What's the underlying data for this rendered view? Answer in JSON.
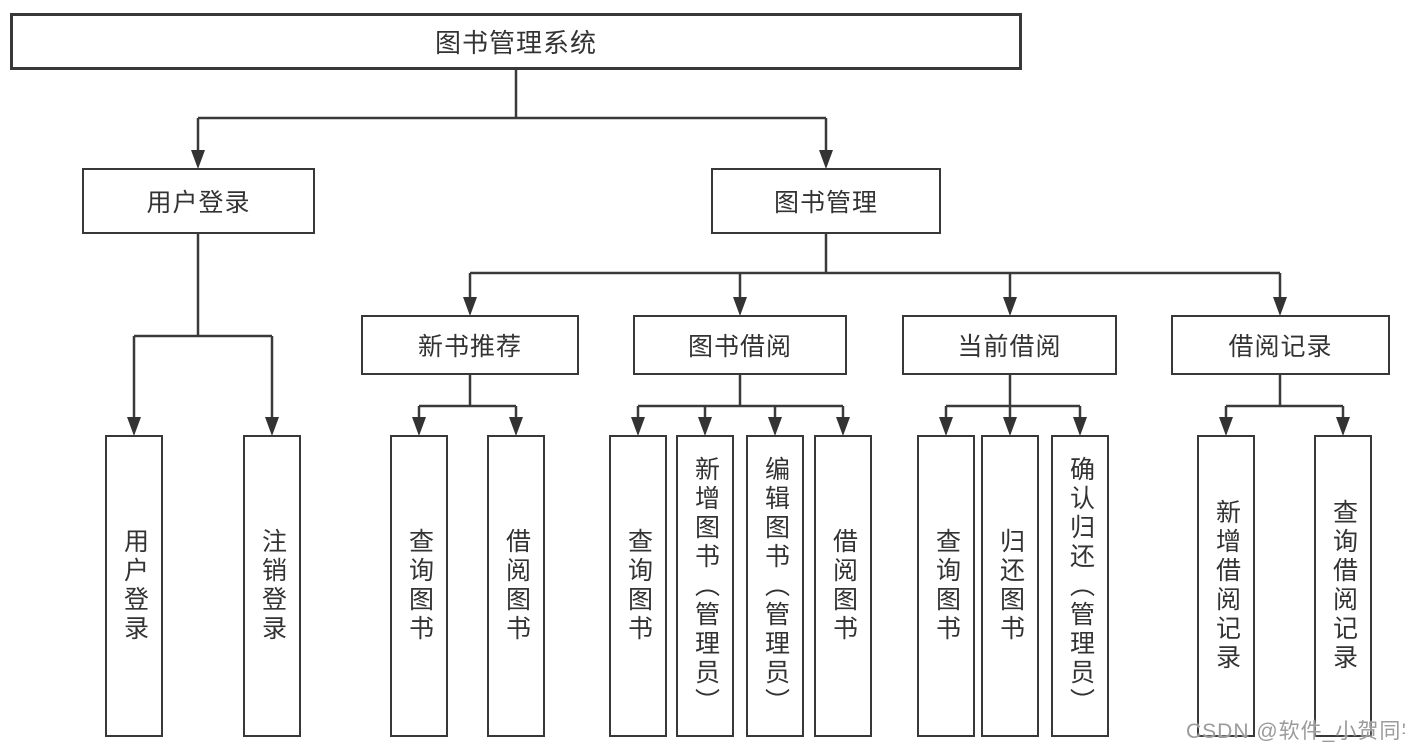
{
  "diagram_title": "图书管理系统",
  "tree": {
    "root": {
      "label": "图书管理系统",
      "children": [
        "user_login",
        "book_management"
      ]
    },
    "user_login": {
      "label": "用户登录",
      "children": [
        "leaf_user_login",
        "leaf_logout_login"
      ]
    },
    "book_management": {
      "label": "图书管理",
      "children": [
        "new_book_rec",
        "book_borrow",
        "current_borrow",
        "borrow_record"
      ]
    },
    "new_book_rec": {
      "label": "新书推荐",
      "children": [
        "leaf_query_books_rec",
        "leaf_borrow_books_rec"
      ]
    },
    "book_borrow": {
      "label": "图书借阅",
      "children": [
        "leaf_query_books_borrow",
        "leaf_add_books_admin",
        "leaf_edit_books_admin",
        "leaf_borrow_books_borrow"
      ]
    },
    "current_borrow": {
      "label": "当前借阅",
      "children": [
        "leaf_query_books_current",
        "leaf_return_books",
        "leaf_confirm_return_admin"
      ]
    },
    "borrow_record": {
      "label": "借阅记录",
      "children": [
        "leaf_add_borrow_record",
        "leaf_query_borrow_record"
      ]
    },
    "leaf_user_login": {
      "label": "用户登录"
    },
    "leaf_logout_login": {
      "label": "注销登录"
    },
    "leaf_query_books_rec": {
      "label": "查询图书"
    },
    "leaf_borrow_books_rec": {
      "label": "借阅图书"
    },
    "leaf_query_books_borrow": {
      "label": "查询图书"
    },
    "leaf_add_books_admin": {
      "label": "新增图书（管理员）"
    },
    "leaf_edit_books_admin": {
      "label": "编辑图书（管理员）"
    },
    "leaf_borrow_books_borrow": {
      "label": "借阅图书"
    },
    "leaf_query_books_current": {
      "label": "查询图书"
    },
    "leaf_return_books": {
      "label": "归还图书"
    },
    "leaf_confirm_return_admin": {
      "label": "确认归还（管理员）"
    },
    "leaf_add_borrow_record": {
      "label": "新增借阅记录"
    },
    "leaf_query_borrow_record": {
      "label": "查询借阅记录"
    }
  },
  "watermark": "CSDN @软件_小贺同学",
  "colors": {
    "line": "#3a3a3a",
    "box_border": "#383838",
    "text": "#333333",
    "watermark": "#9b9b9b",
    "background": "#ffffff"
  }
}
